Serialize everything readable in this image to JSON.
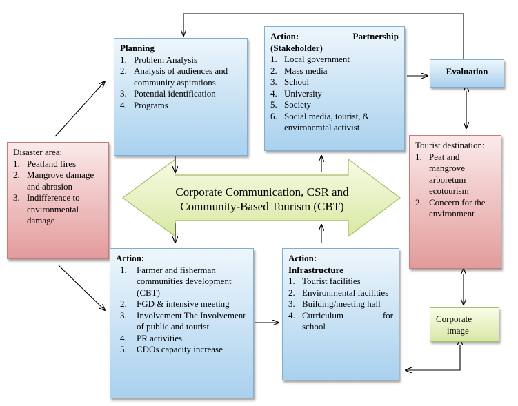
{
  "planning": {
    "title": "Planning",
    "items": [
      {
        "num": "1.",
        "text": "Problem Analysis"
      },
      {
        "num": "2.",
        "text": "Analysis of audiences and community aspirations"
      },
      {
        "num": "3.",
        "text": "Potential identification"
      },
      {
        "num": "4.",
        "text": "Programs"
      }
    ]
  },
  "partnership": {
    "title_left": "Action:",
    "title_right": "Partnership",
    "title_line2": "(Stakeholder)",
    "items": [
      {
        "num": "1.",
        "text": "Local government"
      },
      {
        "num": "2.",
        "text": "Mass media"
      },
      {
        "num": "3.",
        "text": "School"
      },
      {
        "num": "4.",
        "text": "University"
      },
      {
        "num": "5.",
        "text": "Society"
      },
      {
        "num": "6.",
        "text": "Social media, tourist, & environemtal activist"
      }
    ]
  },
  "evaluation": {
    "title": "Evaluation"
  },
  "disaster": {
    "title": "Disaster area:",
    "items": [
      {
        "num": "1.",
        "text": "Peatland fires"
      },
      {
        "num": "2.",
        "text": "Mangrove damage and abrasion"
      },
      {
        "num": "3.",
        "text": "Indifference to environmental damage"
      }
    ]
  },
  "tourist": {
    "title": "Tourist destination:",
    "items": [
      {
        "num": "1.",
        "text": "Peat and mangrove arboretum ecotourism"
      },
      {
        "num": "2.",
        "text": "Concern for the enviro­nment"
      }
    ]
  },
  "cbt": {
    "line1": "Corporate Communication, CSR and",
    "line2": "Community-Based Tourism (CBT)"
  },
  "action_community": {
    "title": "Action:",
    "items": [
      {
        "num": "1.",
        "text": "Farmer and fisherman communities development (CBT)"
      },
      {
        "num": "2.",
        "text": "FGD & intensive meeting"
      },
      {
        "num": "3.",
        "text": "Involvement The Involvement of public and tourist"
      },
      {
        "num": "4.",
        "text": "PR activities"
      },
      {
        "num": "5.",
        "text": "CDOs capacity increase"
      }
    ]
  },
  "infrastructure": {
    "title_line1": "Action:",
    "title_line2": "Infrastructure",
    "items": [
      {
        "num": "1.",
        "text": "Tourist facilities"
      },
      {
        "num": "2.",
        "text": "Environmental facilities"
      },
      {
        "num": "3.",
        "text": "Building/meeting hall"
      }
    ],
    "item4_num": "4.",
    "item4_a": "Curriculum",
    "item4_b": "for",
    "item4_c": "school"
  },
  "corporate_image": {
    "line1": "Corporate",
    "line2": "image"
  },
  "colors": {
    "blue_box": "#a9d1ee",
    "red_box": "#e39b9b",
    "green_box": "#d7e8a6",
    "arrow_fill": "#e4efc0"
  }
}
